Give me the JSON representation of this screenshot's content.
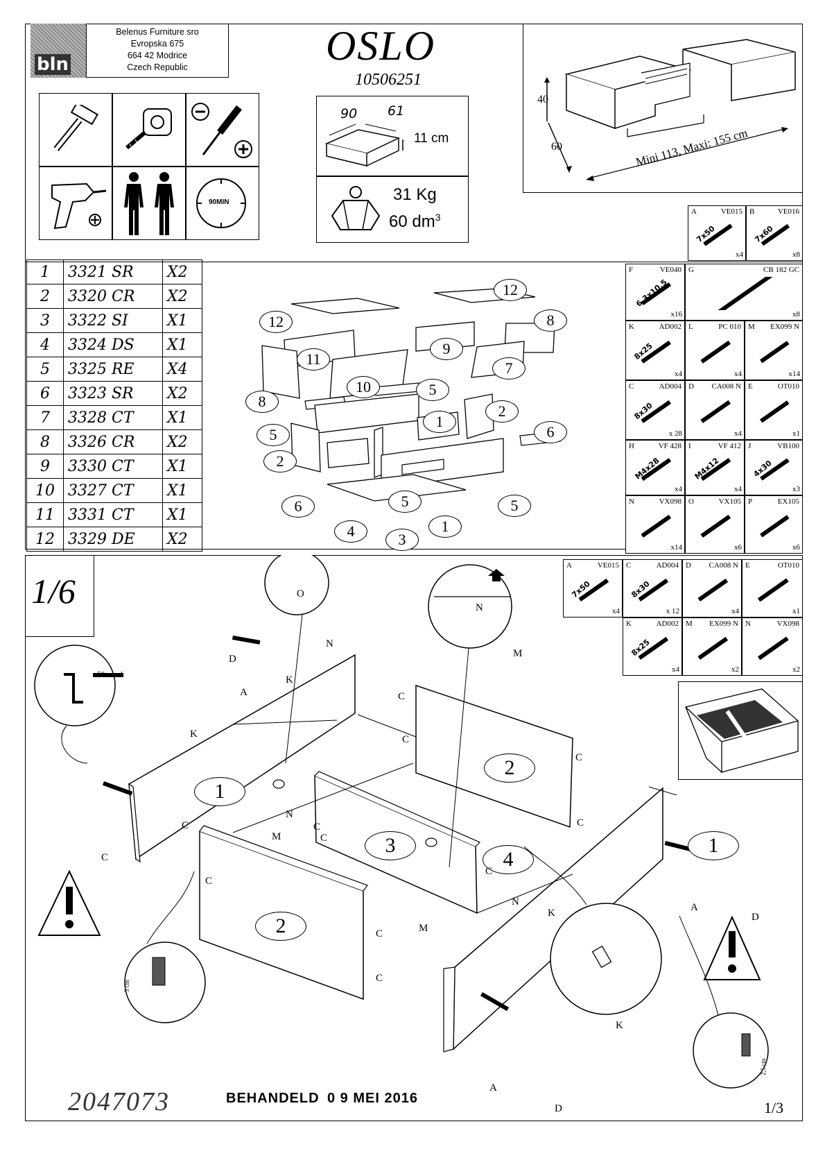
{
  "header": {
    "logo": "bln",
    "company": [
      "Belenus Furniture sro",
      "Evropska 675",
      "664 42 Modrice",
      "Czech Republic"
    ],
    "product_name": "OSLO",
    "product_code": "10506251"
  },
  "tools": [
    "hammer-icon",
    "tape-measure-icon",
    "screwdriver-icon",
    "drill-icon",
    "two-people-icon",
    "clock-icon"
  ],
  "clock_label": "90MIN",
  "package": {
    "dim_w": "90",
    "dim_d": "61",
    "dim_h": "11 cm",
    "weight": "31 Kg",
    "volume": "60 dm",
    "volume_exp": "3"
  },
  "product_view": {
    "height_a": "40",
    "height_b": "60",
    "length_label": "Mini 113, Maxi: 155 cm"
  },
  "parts_table": [
    {
      "num": "1",
      "code": "3321 SR",
      "qty": "X2"
    },
    {
      "num": "2",
      "code": "3320 CR",
      "qty": "X2"
    },
    {
      "num": "3",
      "code": "3322 SI",
      "qty": "X1"
    },
    {
      "num": "4",
      "code": "3324 DS",
      "qty": "X1"
    },
    {
      "num": "5",
      "code": "3325 RE",
      "qty": "X4"
    },
    {
      "num": "6",
      "code": "3323 SR",
      "qty": "X2"
    },
    {
      "num": "7",
      "code": "3328 CT",
      "qty": "X1"
    },
    {
      "num": "8",
      "code": "3326 CR",
      "qty": "X2"
    },
    {
      "num": "9",
      "code": "3330 CT",
      "qty": "X1"
    },
    {
      "num": "10",
      "code": "3327 CT",
      "qty": "X1"
    },
    {
      "num": "11",
      "code": "3331 CT",
      "qty": "X1"
    },
    {
      "num": "12",
      "code": "3329 DE",
      "qty": "X2"
    }
  ],
  "exploded_labels": [
    "12",
    "12",
    "8",
    "11",
    "9",
    "7",
    "8",
    "10",
    "5",
    "5",
    "1",
    "2",
    "6",
    "5",
    "2",
    "6",
    "4",
    "3",
    "1",
    "5"
  ],
  "hardware": [
    {
      "letter": "A",
      "code": "VE015",
      "size": "7x50",
      "qty": "x4"
    },
    {
      "letter": "B",
      "code": "VE016",
      "size": "7x60",
      "qty": "x8"
    },
    {
      "letter": "F",
      "code": "VE040",
      "size": "6.3x10.5",
      "qty": "x16"
    },
    {
      "letter": "G",
      "code": "CB 182 GC",
      "size": "",
      "qty": "x8"
    },
    {
      "letter": "K",
      "code": "AD002",
      "size": "8x25",
      "qty": "x4"
    },
    {
      "letter": "L",
      "code": "PC 010",
      "size": "",
      "qty": "x4"
    },
    {
      "letter": "M",
      "code": "EX099 N",
      "size": "",
      "qty": "x14"
    },
    {
      "letter": "C",
      "code": "AD004",
      "size": "8x30",
      "qty": "x 28"
    },
    {
      "letter": "D",
      "code": "CA008 N",
      "size": "",
      "qty": "x4"
    },
    {
      "letter": "E",
      "code": "OT010",
      "size": "",
      "qty": "x1"
    },
    {
      "letter": "H",
      "code": "VF 428",
      "size": "M4x28",
      "qty": "x4"
    },
    {
      "letter": "I",
      "code": "VF 412",
      "size": "M4x12",
      "qty": "x4"
    },
    {
      "letter": "J",
      "code": "VB100",
      "size": "4x30",
      "qty": "x3"
    },
    {
      "letter": "N",
      "code": "VX098",
      "size": "",
      "qty": "x14"
    },
    {
      "letter": "O",
      "code": "VX105",
      "size": "",
      "qty": "x6"
    },
    {
      "letter": "P",
      "code": "EX105",
      "size": "",
      "qty": "x6"
    }
  ],
  "step": {
    "label": "1/6",
    "hardware": [
      {
        "letter": "A",
        "code": "VE015",
        "size": "7x50",
        "qty": "x4"
      },
      {
        "letter": "C",
        "code": "AD004",
        "size": "8x30",
        "qty": "x 12"
      },
      {
        "letter": "D",
        "code": "CA008 N",
        "size": "",
        "qty": "x4"
      },
      {
        "letter": "E",
        "code": "OT010",
        "size": "",
        "qty": "x1"
      },
      {
        "letter": "K",
        "code": "AD002",
        "size": "8x25",
        "qty": "x4"
      },
      {
        "letter": "M",
        "code": "EX099 N",
        "size": "",
        "qty": "x2"
      },
      {
        "letter": "N",
        "code": "VX098",
        "size": "",
        "qty": "x2"
      }
    ],
    "detail_measure": "50 mm !",
    "panel_labels": [
      "1",
      "2",
      "3",
      "4",
      "1",
      "2"
    ],
    "callouts": [
      "D",
      "A",
      "K",
      "K",
      "C",
      "C",
      "C",
      "C",
      "C",
      "C",
      "C",
      "C",
      "C",
      "C",
      "C",
      "N",
      "M",
      "M",
      "N",
      "K",
      "A",
      "D",
      "A",
      "D",
      "C",
      "K",
      "O",
      "N",
      "N",
      "M"
    ],
    "depth_c": "3 cm",
    "depth_k": "2,5 cm"
  },
  "footer": {
    "handwritten": "2047073",
    "stamp_text": "BEHANDELD",
    "stamp_date": "0 9 MEI 2016",
    "page": "1/3"
  }
}
